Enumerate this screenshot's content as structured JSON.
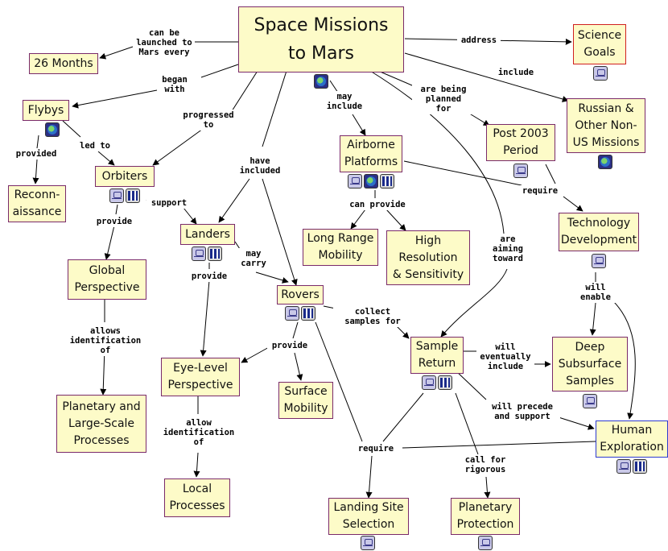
{
  "title": "Space Missions\nto Mars",
  "nodes": {
    "space_missions": "Space Missions\nto Mars",
    "science_goals": "Science\nGoals",
    "russian_other": "Russian &\nOther Non-\nUS Missions",
    "months_26": "26 Months",
    "flybys": "Flybys",
    "reconnaissance": "Reconn-\naissance",
    "orbiters": "Orbiters",
    "global_perspective": "Global\nPerspective",
    "planetary_large": "Planetary and\nLarge-Scale\nProcesses",
    "landers": "Landers",
    "eye_level": "Eye-Level\nPerspective",
    "local_processes": "Local\nProcesses",
    "airborne": "Airborne\nPlatforms",
    "long_range": "Long Range\nMobility",
    "high_resolution": "High\nResolution\n& Sensitivity",
    "post_2003": "Post 2003\nPeriod",
    "tech_development": "Technology\nDevelopment",
    "rovers": "Rovers",
    "surface_mobility": "Surface\nMobility",
    "sample_return": "Sample\nReturn",
    "deep_subsurface": "Deep\nSubsurface\nSamples",
    "human_exploration": "Human\nExploration",
    "landing_site": "Landing Site\nSelection",
    "planetary_protection": "Planetary\nProtection"
  },
  "links": {
    "can_be_launched": "can be\nlaunched to\nMars every",
    "address": "address",
    "include": "include",
    "began_with": "began\nwith",
    "progressed_to": "progressed\nto",
    "have_included": "have\nincluded",
    "may_include": "may\ninclude",
    "being_planned": "are being\nplanned\nfor",
    "provided": "provided",
    "led_to": "led to",
    "support": "support",
    "provide_orbiters": "provide",
    "allows_identification": "allows\nidentification\nof",
    "may_carry": "may\ncarry",
    "provide_landers": "provide",
    "allow_identification": "allow\nidentification\nof",
    "can_provide": "can provide",
    "require_tech": "require",
    "aiming_toward": "are\naiming\ntoward",
    "collect_samples": "collect\nsamples for",
    "provide_rovers": "provide",
    "will_enable": "will\nenable",
    "will_eventually": "will\neventually\ninclude",
    "will_precede": "will precede\nand support",
    "require_landing": "require",
    "call_for": "call for\nrigorous"
  },
  "resource_icons": [
    "globe-icon",
    "concept-map-icon",
    "film-icon"
  ],
  "colors": {
    "node_fill": "#fdfbc8",
    "node_border": "#7a2a6a",
    "highlight_border": "#d02020",
    "human_border": "#2d3ad0"
  }
}
